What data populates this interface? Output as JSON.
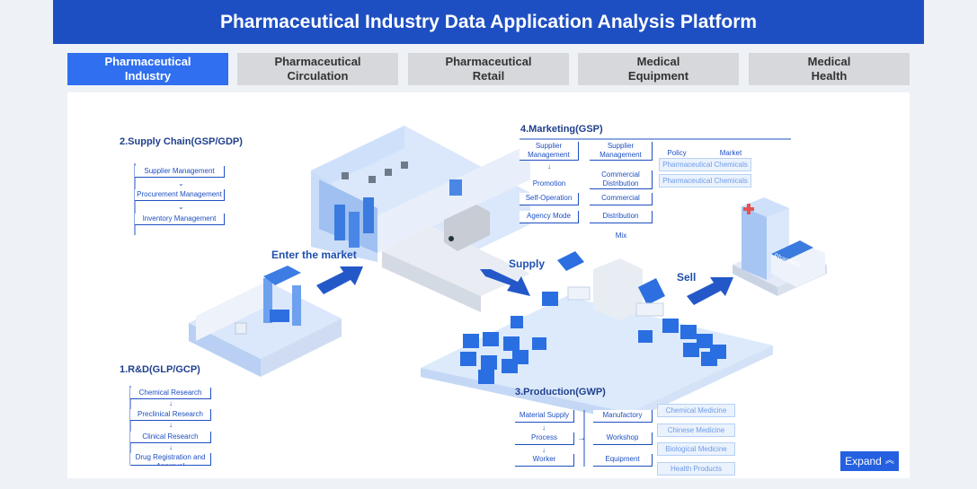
{
  "header": {
    "title": "Pharmaceutical Industry Data Application Analysis Platform"
  },
  "tabs": [
    {
      "label": "Pharmaceutical\nIndustry",
      "active": true
    },
    {
      "label": "Pharmaceutical\nCirculation",
      "active": false
    },
    {
      "label": "Pharmaceutical\nRetail",
      "active": false
    },
    {
      "label": "Medical\nEquipment",
      "active": false
    },
    {
      "label": "Medical\nHealth",
      "active": false
    }
  ],
  "diagram": {
    "flow": {
      "enter_market": "Enter the market",
      "supply": "Supply",
      "sell": "Sell",
      "pharmacy_sign": "Pharmacy"
    },
    "supply_chain": {
      "title": "2.Supply Chain(GSP/GDP)",
      "items": [
        "Supplier Management",
        "Procurement Management",
        "Inventory Management"
      ]
    },
    "marketing": {
      "title": "4.Marketing(GSP)",
      "col1": [
        "Supplier\nManagement",
        "Promotion",
        "Self-Operation",
        "Agency Mode"
      ],
      "col2": [
        "Supplier\nManagement",
        "Commercial\nDistribution",
        "Commercial",
        "Distribution",
        "Mix"
      ],
      "col3_headers": [
        "Policy",
        "Market"
      ],
      "tags": [
        "Pharmaceutical Chemicals",
        "Pharmaceutical Chemicals"
      ]
    },
    "rd": {
      "title": "1.R&D(GLP/GCP)",
      "items": [
        "Chemical Research",
        "Preclinical Research",
        "Clinical Research",
        "Drug Registration and\nApproval"
      ]
    },
    "production": {
      "title": "3.Production(GWP)",
      "col1": [
        "Material Supply",
        "Process",
        "Worker"
      ],
      "col2": [
        "Manufactory",
        "Workshop",
        "Equipment"
      ],
      "tags": [
        "Chemical Medicine",
        "Chinese Medicine",
        "Biological Medicine",
        "Health Products"
      ]
    }
  },
  "expand": {
    "label": "Expand"
  },
  "colors": {
    "header": "#1e4fc2",
    "active_tab": "#2f6ff0",
    "tab": "#d6d8dc",
    "accent": "#2460e0"
  }
}
